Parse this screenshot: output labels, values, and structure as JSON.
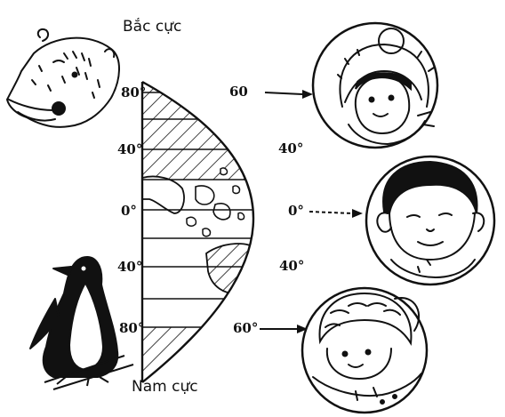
{
  "labels": {
    "north_pole": "Bắc cực",
    "south_pole": "Nam cực"
  },
  "latitudes_left": {
    "n80": "80°",
    "n40": "40°",
    "eq": "0°",
    "s40": "40°",
    "s80": "80°"
  },
  "latitudes_right": {
    "n60": "60",
    "n40": "40°",
    "eq": "0°",
    "s40": "40°",
    "s60": "60°"
  },
  "colors": {
    "ink": "#111111",
    "paper": "#ffffff"
  }
}
